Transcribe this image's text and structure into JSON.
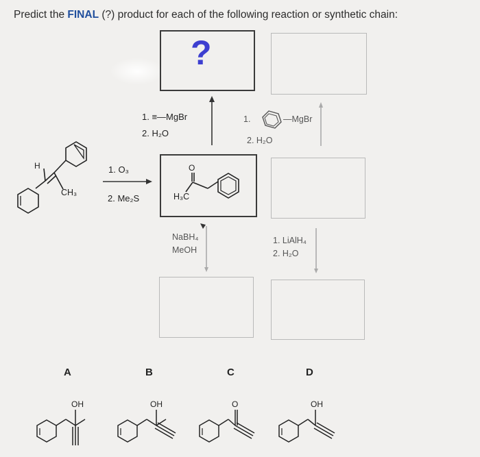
{
  "header": {
    "prefix": "Predict the ",
    "final": "FINAL",
    "suffix": " (?) product for each of the following reaction or synthetic chain:"
  },
  "question_mark": "?",
  "reagents": {
    "ozonolysis_1": "1. O₃",
    "ozonolysis_2": "2. Me₂S",
    "grignard_alkyne_1": "1. ≡—MgBr",
    "grignard_alkyne_2": "2. H₂O",
    "phenyl_grignard_1": "1.",
    "phenyl_grignard_mgbr": "—MgBr",
    "phenyl_grignard_2": "2. H₂O",
    "nabh4": "NaBH₄",
    "meoh": "MeOH",
    "lialh4_1": "1. LiAlH₄",
    "lialh4_2": "2. H₂O"
  },
  "structure_labels": {
    "start_h": "H",
    "start_ch3": "CH₃",
    "ketone_o": "O",
    "ketone_h3c": "H₃C"
  },
  "options": {
    "a": {
      "letter": "A",
      "label": "OH"
    },
    "b": {
      "letter": "B",
      "label": "OH"
    },
    "c": {
      "letter": "C",
      "label": "O"
    },
    "d": {
      "letter": "D",
      "label": "OH"
    }
  }
}
